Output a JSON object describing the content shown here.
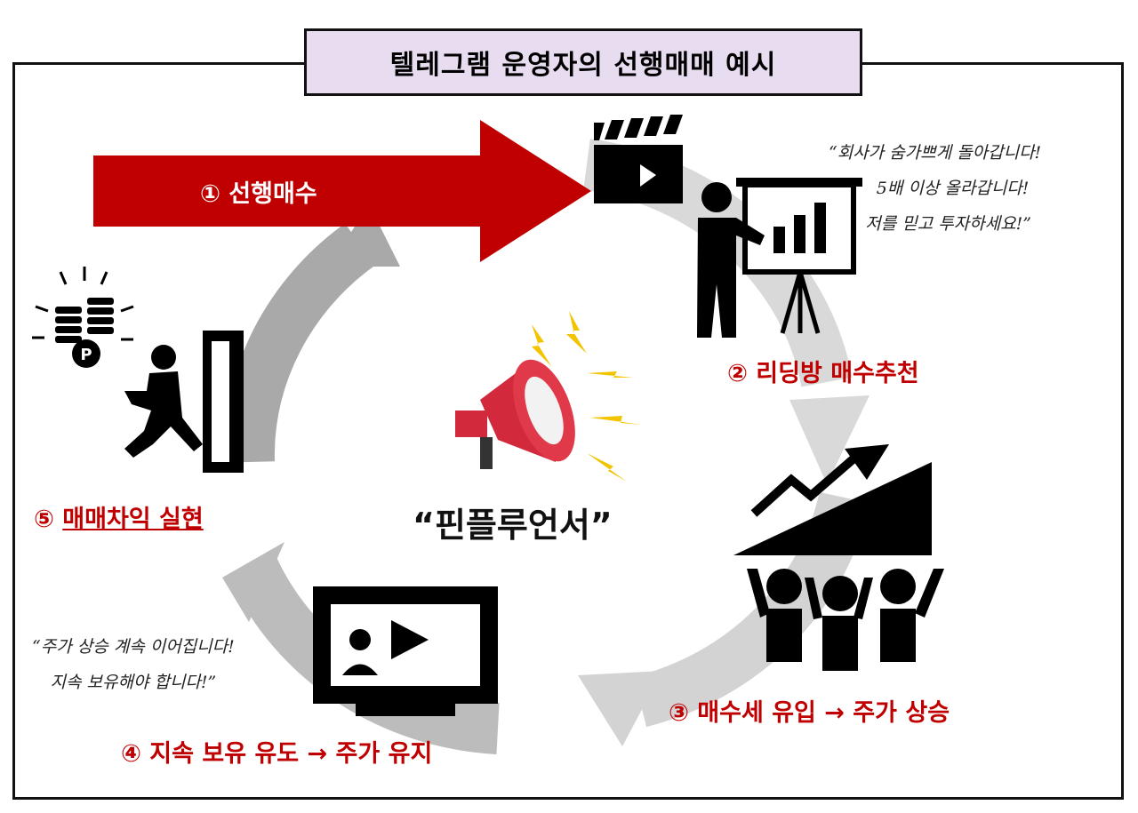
{
  "title": "텔레그램 운영자의 선행매매 예시",
  "steps": [
    {
      "num": "①",
      "label": "선행매수"
    },
    {
      "num": "②",
      "label": "리딩방 매수추천"
    },
    {
      "num": "③",
      "label": "매수세 유입 → 주가 상승"
    },
    {
      "num": "④",
      "label": "지속 보유 유도 → 주가 유지"
    },
    {
      "num": "⑤",
      "label": "매매차익 실현"
    }
  ],
  "center": "“핀플루언서”",
  "quote_top": [
    "“회사가 숨가쁘게 돌아갑니다!",
    "5배 이상 올라갑니다!",
    "저를 믿고 투자하세요!”"
  ],
  "quote_bottom": [
    "“주가 상승 계속 이어집니다!",
    "지속 보유해야 합니다!”"
  ],
  "coin_letter": "P",
  "colors": {
    "accent": "#c00000",
    "title_bg": "#e8dcf0",
    "cycle_arrow": "#c8c8c8"
  },
  "icons": [
    "clapperboard-icon",
    "presenter-icon",
    "megaphone-icon",
    "rising-chart-icon",
    "cheering-crowd-icon",
    "tv-broadcast-icon",
    "running-exit-icon",
    "coin-stack-icon"
  ]
}
